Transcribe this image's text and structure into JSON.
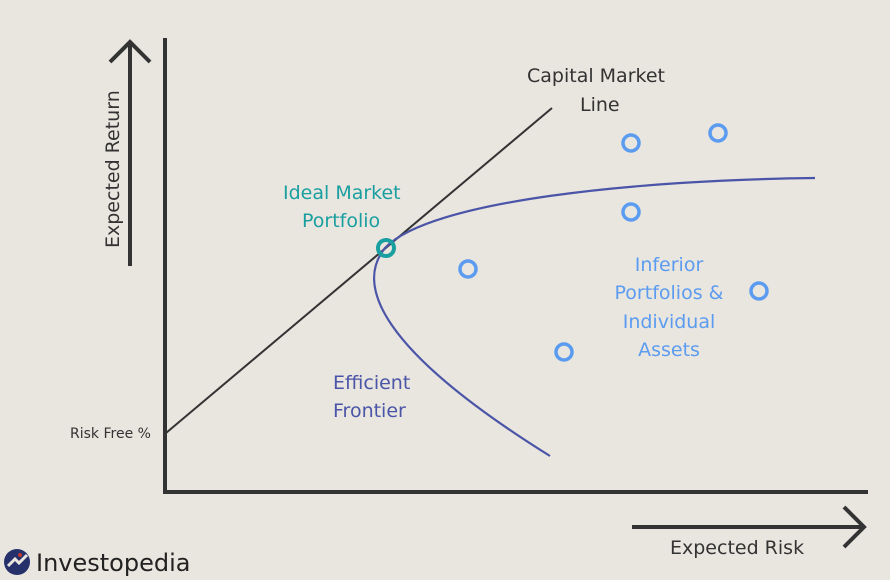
{
  "labels": {
    "y_axis": "Expected Return",
    "x_axis": "Expected Risk",
    "cml_line1": "Capital Market",
    "cml_line2": "Line",
    "ideal_line1": "Ideal Market",
    "ideal_line2": "Portfolio",
    "frontier_line1": "Efficient",
    "frontier_line2": "Frontier",
    "inferior_line1": "Inferior",
    "inferior_line2": "Portfolios &",
    "inferior_line3": "Individual",
    "inferior_line4": "Assets",
    "risk_free": "Risk Free %"
  },
  "brand": "Investopedia",
  "colors": {
    "background": "#e9e5df",
    "axis": "#333333",
    "frontier": "#4a55a8",
    "ideal": "#1a9fa0",
    "inferior": "#5b9cf0"
  }
}
